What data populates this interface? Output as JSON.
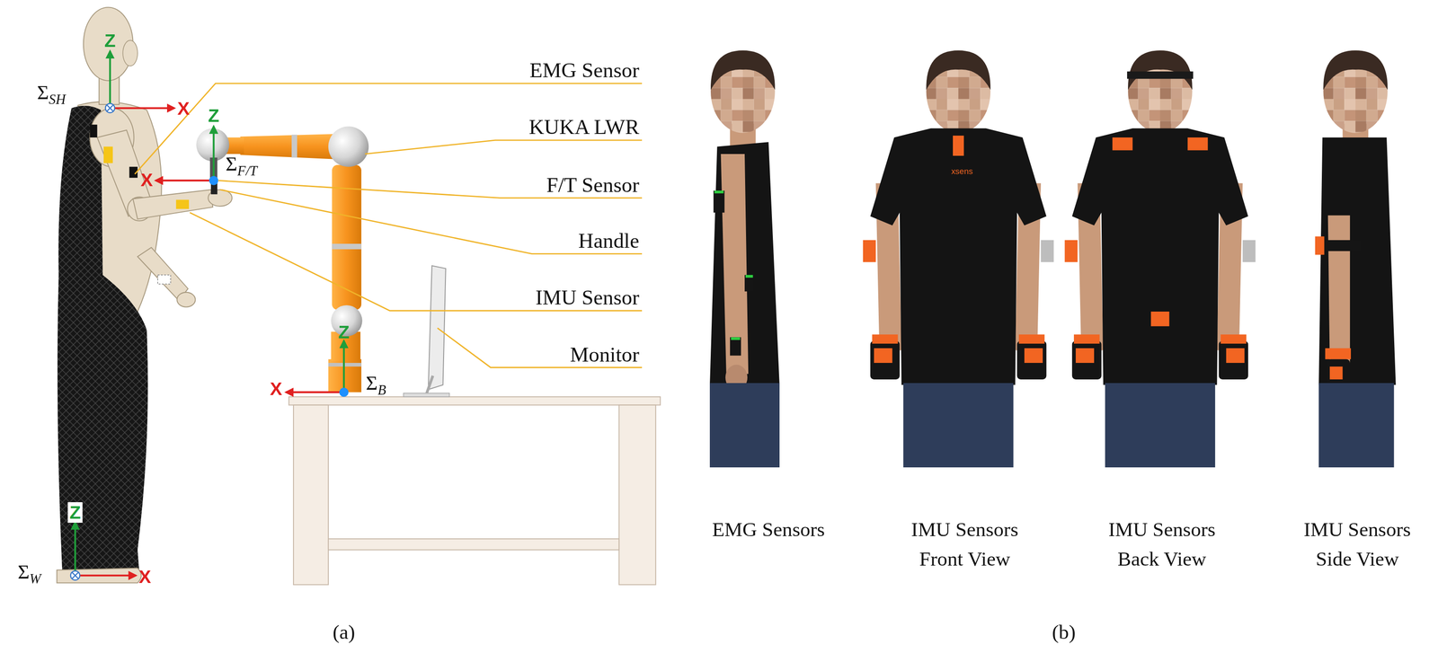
{
  "diagram": {
    "labels": [
      "Z",
      "ΣSH",
      "X",
      "EMG Sensor",
      "Z",
      "ΣF/T",
      "X",
      "KUKA LWR",
      "F/T Sensor",
      "Handle",
      "IMU Sensor",
      "Monitor",
      "Z",
      "X",
      "ΣB",
      "Z",
      "ΣW",
      "X",
      "xsens",
      "EMG Sensors",
      "IMU Sensors Front View",
      "IMU Sensors Back View",
      "IMU Sensors Side View",
      "(a)",
      "(b)"
    ]
  }
}
